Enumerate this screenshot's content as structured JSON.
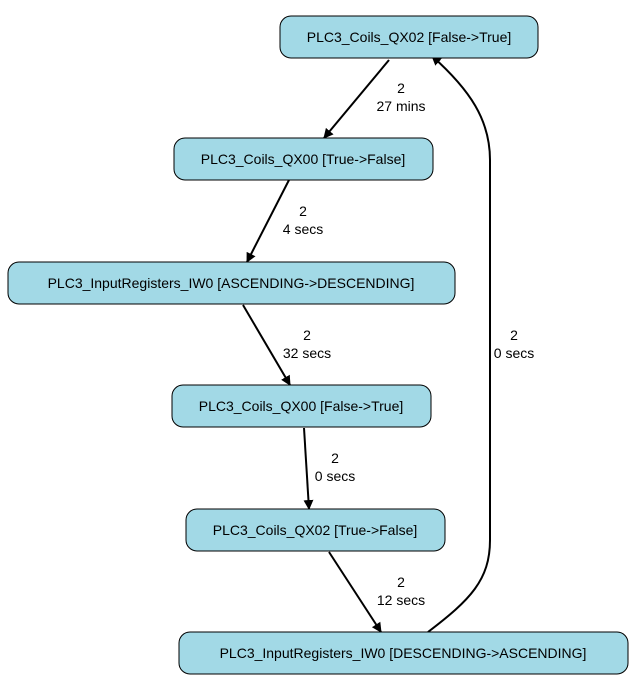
{
  "diagram": {
    "type": "directed-graph",
    "colors": {
      "node_fill": "#a2d9e6",
      "node_stroke": "#000000",
      "edge": "#000000"
    },
    "nodes": [
      {
        "id": "n1",
        "label": "PLC3_Coils_QX02 [False->True]"
      },
      {
        "id": "n2",
        "label": "PLC3_Coils_QX00 [True->False]"
      },
      {
        "id": "n3",
        "label": "PLC3_InputRegisters_IW0 [ASCENDING->DESCENDING]"
      },
      {
        "id": "n4",
        "label": "PLC3_Coils_QX00 [False->True]"
      },
      {
        "id": "n5",
        "label": "PLC3_Coils_QX02 [True->False]"
      },
      {
        "id": "n6",
        "label": "PLC3_InputRegisters_IW0 [DESCENDING->ASCENDING]"
      }
    ],
    "edges": [
      {
        "id": "e1",
        "from": "n1",
        "to": "n2",
        "count": "2",
        "duration": "27 mins"
      },
      {
        "id": "e2",
        "from": "n2",
        "to": "n3",
        "count": "2",
        "duration": "4 secs"
      },
      {
        "id": "e3",
        "from": "n3",
        "to": "n4",
        "count": "2",
        "duration": "32 secs"
      },
      {
        "id": "e4",
        "from": "n4",
        "to": "n5",
        "count": "2",
        "duration": "0 secs"
      },
      {
        "id": "e5",
        "from": "n5",
        "to": "n6",
        "count": "2",
        "duration": "12 secs"
      },
      {
        "id": "e6",
        "from": "n6",
        "to": "n1",
        "count": "2",
        "duration": "0 secs"
      }
    ]
  }
}
